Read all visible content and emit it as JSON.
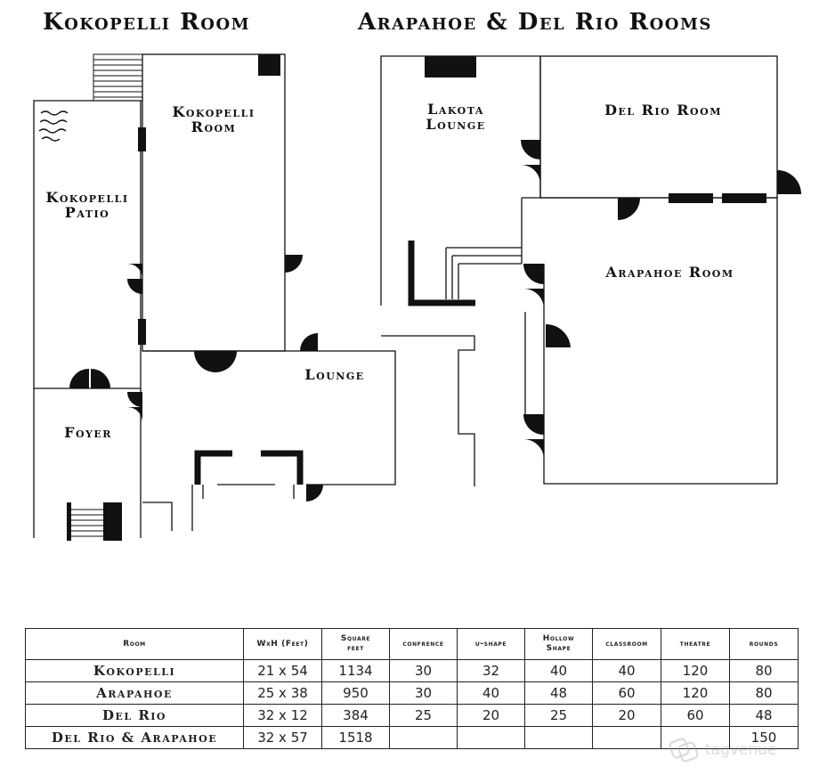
{
  "titles": {
    "left": "Kokopelli  Room",
    "right": "Arapahoe & Del Rio Rooms"
  },
  "rooms": {
    "kokopelli_room": [
      "Kokopelli",
      "Room"
    ],
    "kokopelli_patio": [
      "Kokopelli",
      "Patio"
    ],
    "foyer": "Foyer",
    "lounge": "Lounge",
    "lakota_lounge": [
      "Lakota",
      "Lounge"
    ],
    "del_rio_room": "Del Rio Room",
    "arapahoe_room": "Arapahoe Room"
  },
  "table": {
    "headers": [
      "Room",
      "WxH (Feet)",
      "Square feet",
      "confrence",
      "u-shape",
      "Hollow Shape",
      "classroom",
      "theatre",
      "rounds"
    ],
    "rows": [
      [
        "Kokopelli",
        "21 x 54",
        "1134",
        "30",
        "32",
        "40",
        "40",
        "120",
        "80"
      ],
      [
        "Arapahoe",
        "25 x 38",
        "950",
        "30",
        "40",
        "48",
        "60",
        "120",
        "80"
      ],
      [
        "Del Rio",
        "32 x 12",
        "384",
        "25",
        "20",
        "25",
        "20",
        "60",
        "48"
      ],
      [
        "Del Rio & Arapahoe",
        "32 x 57",
        "1518",
        "",
        "",
        "",
        "",
        "",
        "150"
      ]
    ]
  },
  "watermark": {
    "text": "tagvenue",
    "icon": "tagvenue-logo-icon"
  },
  "colors": {
    "ink": "#111111",
    "background": "#ffffff",
    "watermark": "#9a9a9a"
  }
}
